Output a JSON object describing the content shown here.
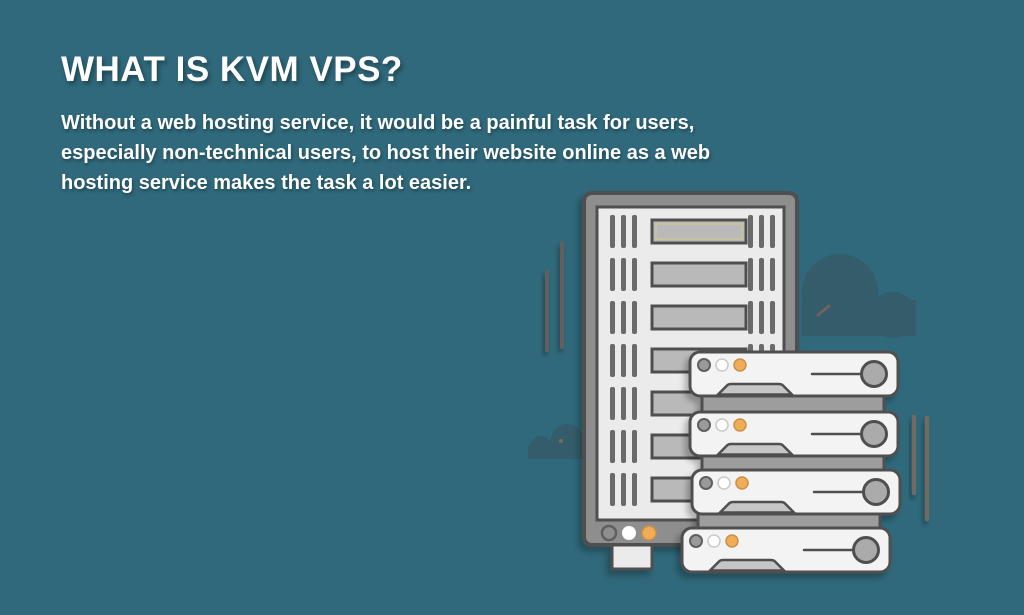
{
  "hero": {
    "heading": "WHAT IS KVM VPS?",
    "paragraph_lines": [
      "Without a web hosting service, it would be a painful task for users,",
      "especially non-technical users, to host their website online as a web",
      "hosting service makes the task a lot easier."
    ]
  },
  "illustration": {
    "description": "server rack with stacked server units, clouds and ground line",
    "rack_rows": 7,
    "server_units": 4,
    "status_lights_per_unit": [
      "gray",
      "white",
      "orange"
    ]
  },
  "theme": {
    "background": "#2f697b",
    "text": "#ffffff",
    "cloud": "#355c6b",
    "outline": "#4f4f4f",
    "rack_frame": "#8e8e8e",
    "rack_panel": "#ebebeb",
    "slot": "#b9b9b9",
    "vent": "#6a6a6a",
    "server_body": "#f3f3f3",
    "connector": "#9d9d9d",
    "knob": "#ababab",
    "accent_orange": "#f0ad55",
    "ground": "#716c66"
  }
}
